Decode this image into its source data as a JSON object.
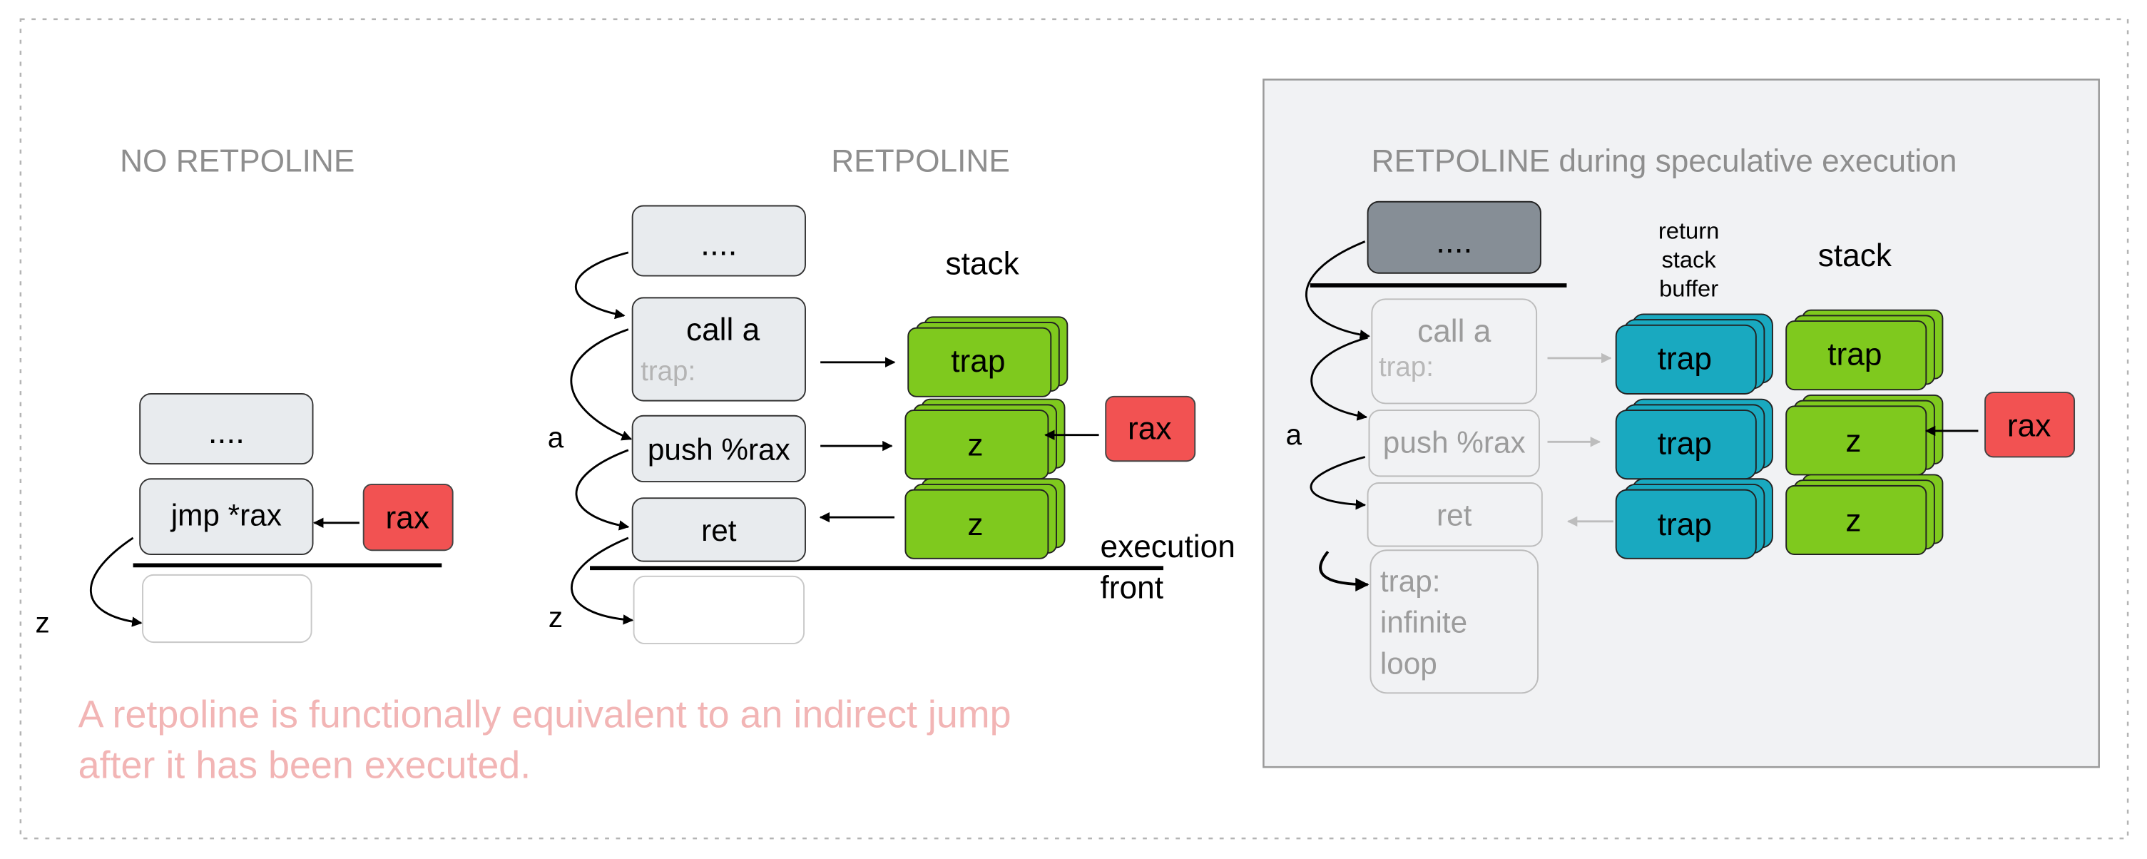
{
  "colors": {
    "accent_red": "#f25252",
    "stack_green": "#7fc91e",
    "rsb_teal": "#19a9c0",
    "box_fill": "#e8ebee",
    "box_dark": "#868e96",
    "panel_fill": "#f1f2f4",
    "caption_pink": "#f2b5b5"
  },
  "diagram": {
    "no_retpoline": {
      "title": "NO RETPOLINE",
      "boxes": [
        "....",
        "jmp *rax"
      ],
      "register": "rax",
      "jump_label": "z"
    },
    "retpoline": {
      "title": "RETPOLINE",
      "boxes": {
        "dots": "....",
        "call": "call a",
        "trap": "trap:",
        "push": "push %rax",
        "ret": "ret"
      },
      "stack_title": "stack",
      "stack": [
        "trap",
        "z",
        "z"
      ],
      "register": "rax",
      "label_a": "a",
      "label_z": "z",
      "execution_front": [
        "execution",
        "front"
      ]
    },
    "speculative": {
      "title": "RETPOLINE during speculative execution",
      "boxes": {
        "dots": "....",
        "call": "call a",
        "trap": "trap:",
        "push": "push %rax",
        "ret": "ret",
        "loop": [
          "trap:",
          "infinite",
          "loop"
        ]
      },
      "rsb_title": [
        "return",
        "stack",
        "buffer"
      ],
      "rsb": [
        "trap",
        "trap",
        "trap"
      ],
      "stack_title": "stack",
      "stack": [
        "trap",
        "z",
        "z"
      ],
      "register": "rax",
      "label_a": "a"
    },
    "caption": [
      "A retpoline is functionally equivalent to an indirect jump",
      "after it has been executed."
    ]
  }
}
